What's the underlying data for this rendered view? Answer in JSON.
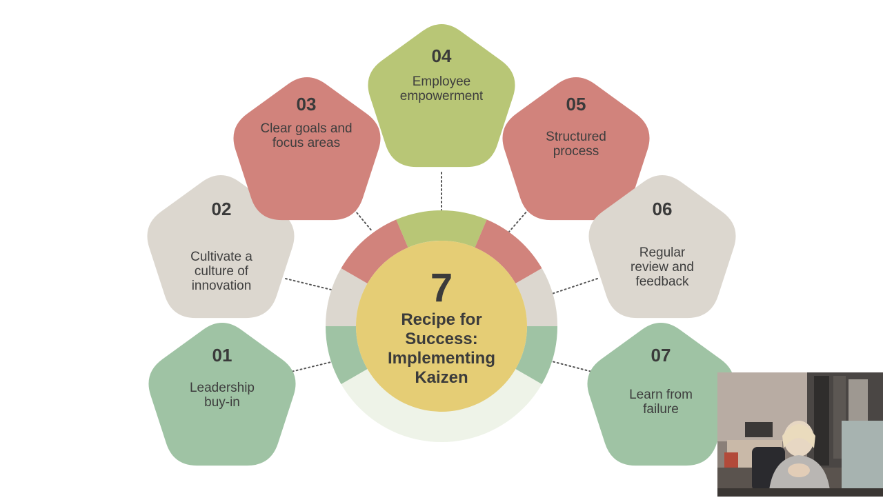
{
  "diagram": {
    "center": {
      "number": "7",
      "title": "Recipe for\nSuccess:\nImplementing\nKaizen"
    },
    "steps": [
      {
        "number": "01",
        "text": "Leadership\nbuy-in",
        "color": "#9fc3a4"
      },
      {
        "number": "02",
        "text": "Cultivate a\nculture of\ninnovation",
        "color": "#dcd7cf"
      },
      {
        "number": "03",
        "text": "Clear goals and\nfocus areas",
        "color": "#d1837c"
      },
      {
        "number": "04",
        "text": "Employee\nempowerment",
        "color": "#b8c676"
      },
      {
        "number": "05",
        "text": "Structured\nprocess",
        "color": "#d1837c"
      },
      {
        "number": "06",
        "text": "Regular\nreview and\nfeedback",
        "color": "#dcd7cf"
      },
      {
        "number": "07",
        "text": "Learn from\nfailure",
        "color": "#9fc3a4"
      }
    ],
    "colors": {
      "center_fill": "#e5cd75",
      "ring_base": "#eef3e8",
      "connector": "#555555"
    }
  },
  "webcam": {
    "alt": "presenter webcam"
  }
}
